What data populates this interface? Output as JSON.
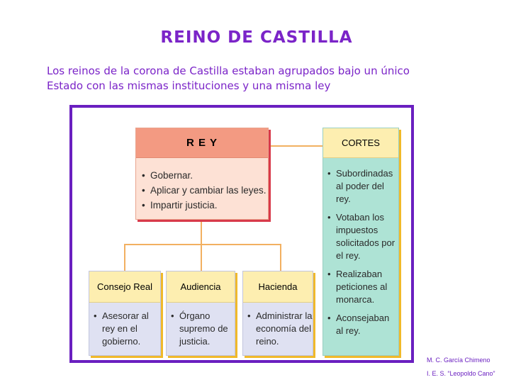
{
  "title": "REINO DE CASTILLA",
  "intro": "Los reinos de la corona de Castilla estaban agrupados bajo un único Estado con las mismas instituciones y una misma ley",
  "rey": {
    "header": "R E Y",
    "items": [
      "Gobernar.",
      "Aplicar y cambiar las leyes.",
      "Impartir justicia."
    ]
  },
  "cortes": {
    "header": "CORTES",
    "items": [
      "Subordinadas al poder del rey.",
      "Votaban los impuestos solicitados por el rey.",
      "Realizaban peticiones al monarca.",
      "Aconsejaban al rey."
    ]
  },
  "consejo": {
    "header": "Consejo Real",
    "items": [
      "Asesorar al rey en el gobierno."
    ]
  },
  "audiencia": {
    "header": "Audiencia",
    "items": [
      "Órgano supremo de justicia."
    ]
  },
  "hacienda": {
    "header": "Hacienda",
    "items": [
      "Administrar la economía del reino."
    ]
  },
  "credits": {
    "author": "M. C. García Chimeno",
    "school": "I. E. S. “Leopoldo Cano”"
  },
  "colors": {
    "purple": "#7b24c8",
    "rey_header": "#f39a82",
    "rey_body": "#fde1d5",
    "cortes_body": "#aee3d5",
    "yellow_header": "#fdeeb0",
    "blue_body": "#dfe1f2",
    "connector": "#f2b061"
  }
}
